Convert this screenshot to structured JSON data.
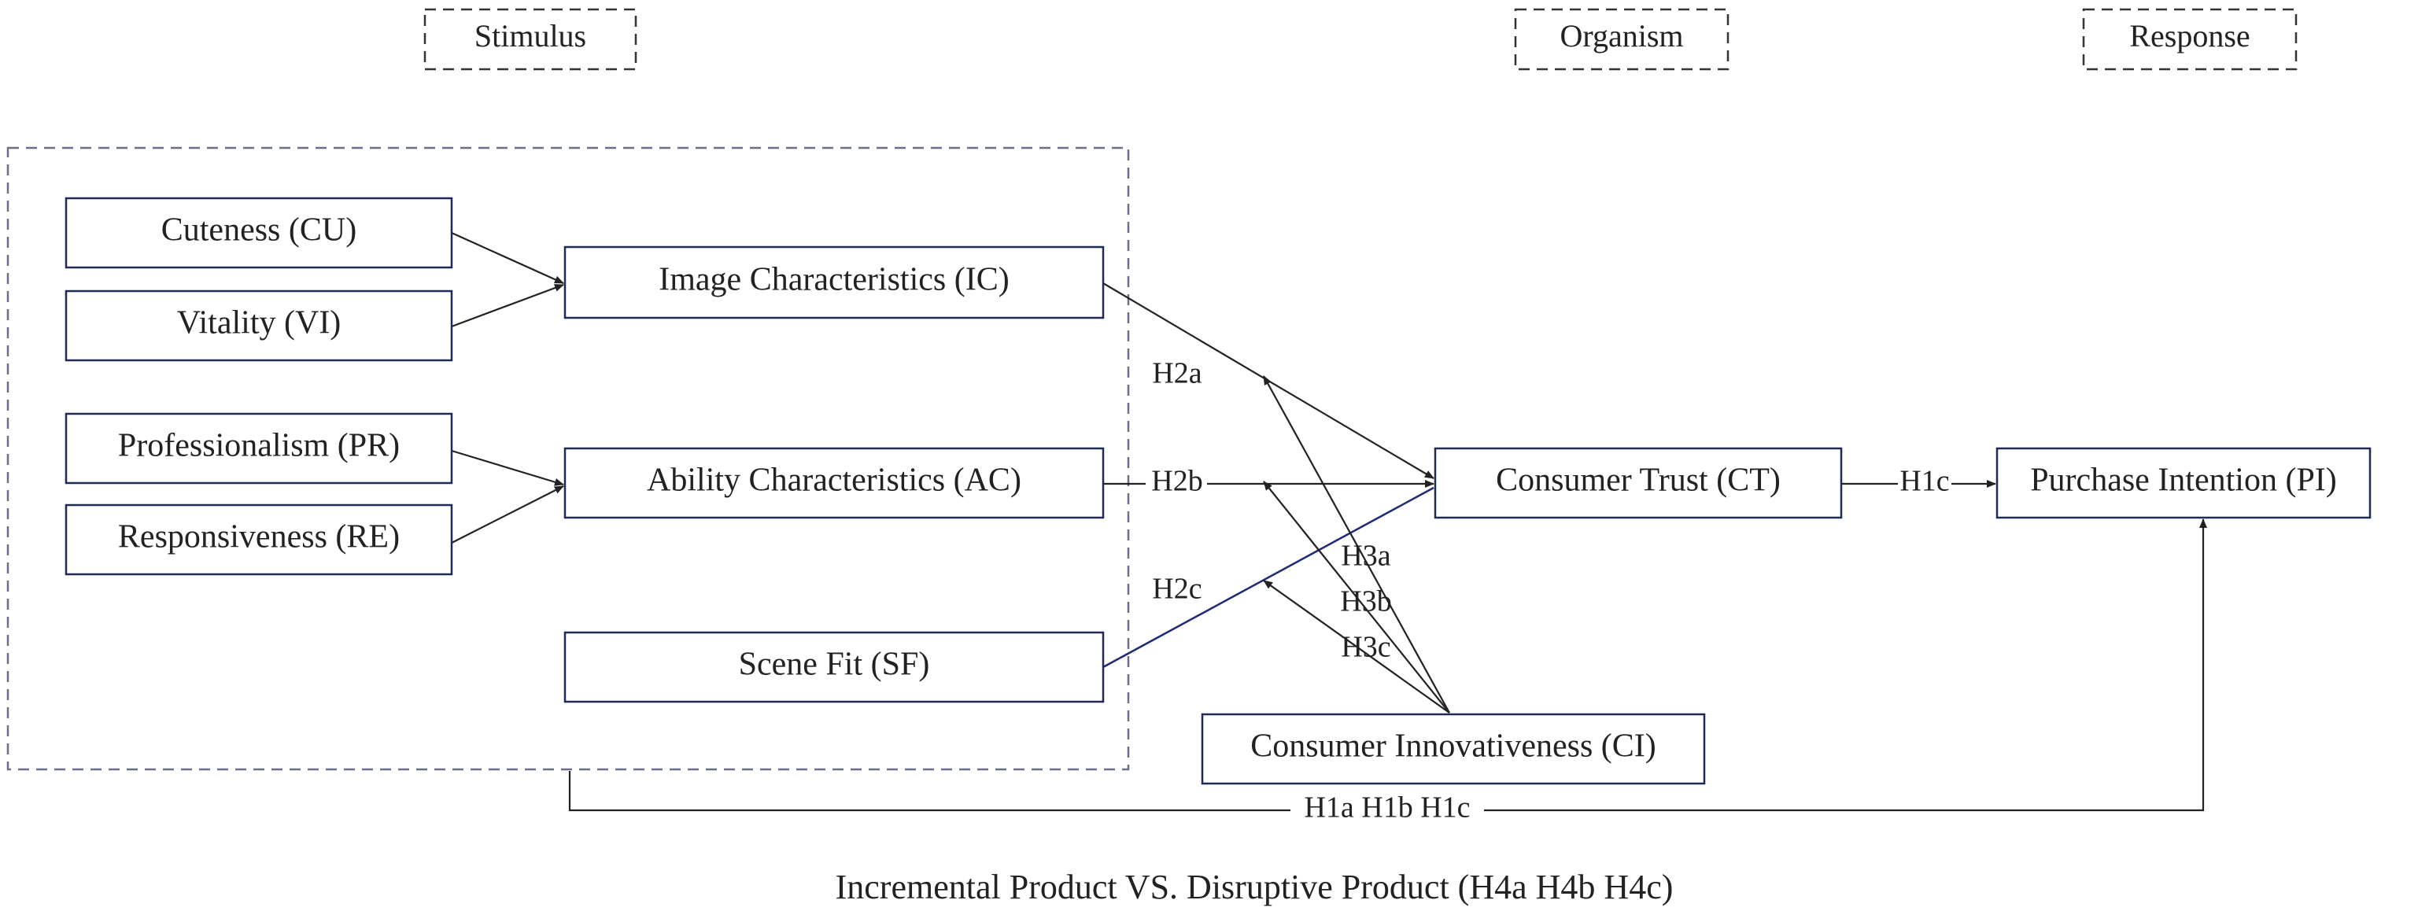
{
  "stages": {
    "stimulus": "Stimulus",
    "organism": "Organism",
    "response": "Response"
  },
  "nodes": {
    "cu": "Cuteness (CU)",
    "vi": "Vitality (VI)",
    "pr": "Professionalism (PR)",
    "re": "Responsiveness (RE)",
    "ic": "Image Characteristics (IC)",
    "ac": "Ability Characteristics (AC)",
    "sf": "Scene Fit (SF)",
    "ct": "Consumer Trust (CT)",
    "ci": "Consumer Innovativeness (CI)",
    "pi": "Purchase Intention (PI)"
  },
  "hypotheses": {
    "h2a": "H2a",
    "h2b": "H2b",
    "h2c": "H2c",
    "h3a": "H3a",
    "h3b": "H3b",
    "h3c": "H3c",
    "h1c": "H1c",
    "h1_all": "H1a H1b H1c"
  },
  "moderator_caption": "Incremental Product VS. Disruptive Product (H4a H4b H4c)",
  "colors": {
    "box_border": "#1f2a55",
    "line": "#222222",
    "sf_line": "#1f2a7a"
  }
}
